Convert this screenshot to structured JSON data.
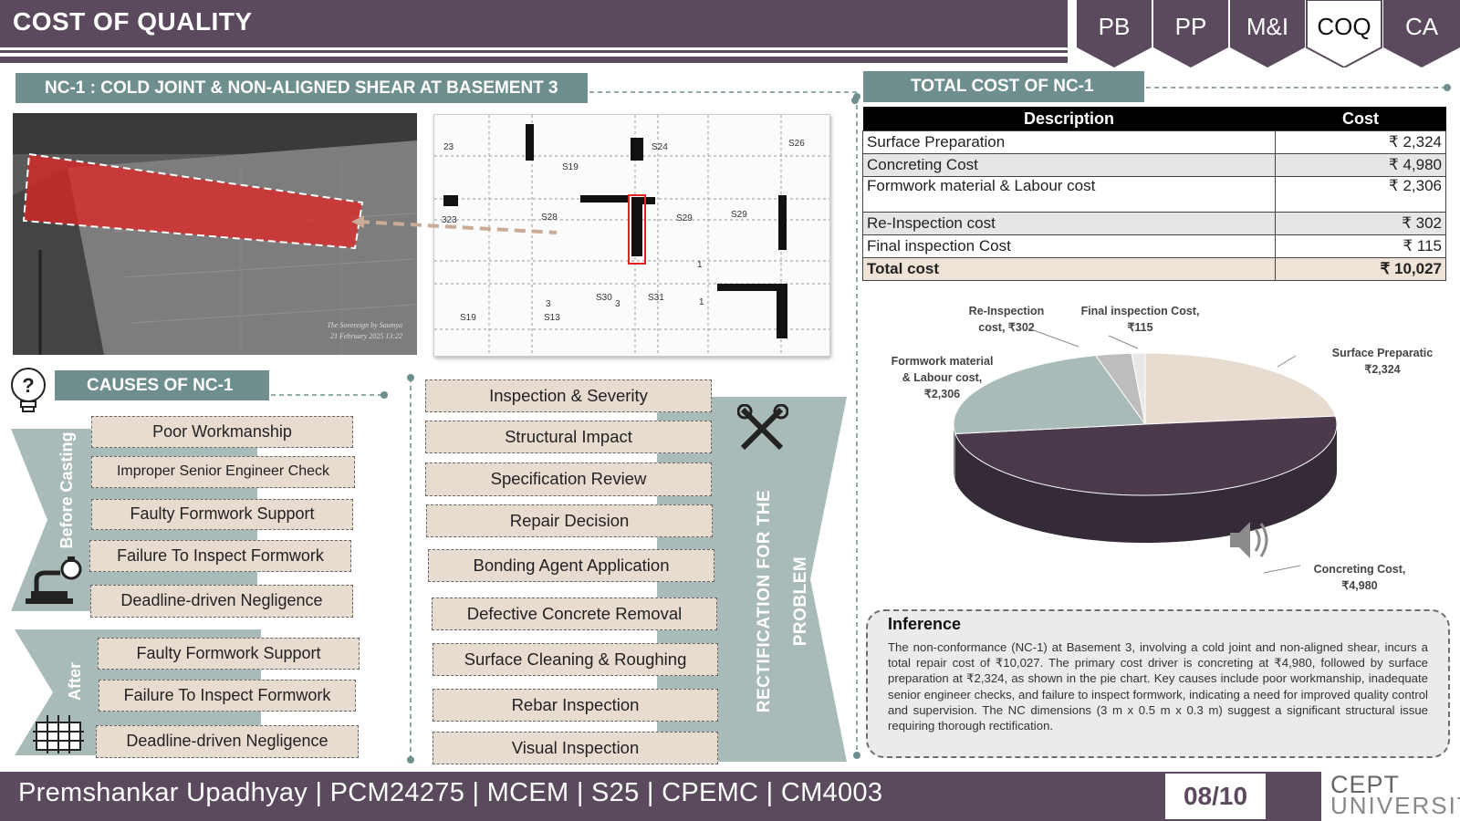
{
  "header": {
    "title": "COST OF QUALITY"
  },
  "nav": {
    "tabs": [
      "PB",
      "PP",
      "M&I",
      "COQ",
      "CA"
    ],
    "active": "COQ"
  },
  "nc": {
    "banner": "NC-1 : COLD JOINT & NON-ALIGNED SHEAR AT BASEMENT 3",
    "photo_caption_1": "The Sovereign by Saumya",
    "photo_caption_2": "21 February 2025 13:22",
    "drawing_labels": [
      "23",
      "S24",
      "S26",
      "S19",
      "S28",
      "S29",
      "S29",
      "323",
      "S30",
      "S31",
      "S13",
      "S19",
      "3",
      "3",
      "1",
      "1"
    ]
  },
  "cost": {
    "banner": "TOTAL COST OF NC-1",
    "headers": [
      "Description",
      "Cost"
    ],
    "rows": [
      {
        "description": "Surface Preparation",
        "cost": "₹ 2,324"
      },
      {
        "description": "Concreting Cost",
        "cost": "₹ 4,980"
      },
      {
        "description": "Formwork material & Labour cost",
        "cost": "₹ 2,306"
      },
      {
        "description": "Re-Inspection cost",
        "cost": "₹ 302"
      },
      {
        "description": "Final inspection Cost",
        "cost": "₹ 115"
      }
    ],
    "total": {
      "description": "Total cost",
      "cost": "₹ 10,027"
    }
  },
  "chart_data": {
    "type": "pie",
    "title": "",
    "slices": [
      {
        "label": "Surface Preparatic ₹2,324",
        "value": 2324,
        "color": "#e7dccf"
      },
      {
        "label": "Concreting Cost, ₹4,980",
        "value": 4980,
        "color": "#4a3a4c"
      },
      {
        "label": "Formwork material & Labour cost, ₹2,306",
        "value": 2306,
        "color": "#a9bbb8"
      },
      {
        "label": "Re-Inspection cost, ₹302",
        "value": 302,
        "color": "#bdbdbd"
      },
      {
        "label": "Final inspection Cost, ₹115",
        "value": 115,
        "color": "#e8e8e8"
      }
    ],
    "display_labels": {
      "surface_1": "Surface Preparatic",
      "surface_2": "₹2,324",
      "concreting_1": "Concreting Cost,",
      "concreting_2": "₹4,980",
      "formwork_1": "Formwork material",
      "formwork_2": "& Labour cost,",
      "formwork_3": "₹2,306",
      "reinspection_1": "Re-Inspection",
      "reinspection_2": "cost, ₹302",
      "final_1": "Final inspection Cost,",
      "final_2": "₹115"
    }
  },
  "inference": {
    "title": "Inference",
    "text": "The non-conformance (NC-1) at Basement 3, involving a cold joint and non-aligned shear, incurs a total repair cost of ₹10,027. The primary cost driver is concreting at ₹4,980, followed by surface preparation at ₹2,324, as shown in the pie chart. Key causes include poor workmanship, inadequate senior engineer checks, and failure to inspect formwork, indicating a need for improved quality control and supervision. The NC dimensions (3 m x 0.5 m x 0.3 m) suggest a significant structural issue requiring thorough rectification."
  },
  "causes": {
    "banner": "CAUSES OF NC-1",
    "before_label": "Before Casting",
    "after_label": "After",
    "before": [
      "Poor Workmanship",
      "Improper Senior Engineer Check",
      "Faulty Formwork Support",
      "Failure To Inspect Formwork",
      "Deadline-driven Negligence"
    ],
    "after": [
      "Faulty Formwork Support",
      "Failure To Inspect Formwork",
      "Deadline-driven Negligence"
    ]
  },
  "rectification": {
    "label": "RECTIFICATION FOR THE PROBLEM",
    "steps": [
      "Inspection & Severity",
      "Structural Impact",
      "Specification Review",
      "Repair Decision",
      "Bonding Agent Application",
      "Defective Concrete Removal",
      "Surface Cleaning & Roughing",
      "Rebar Inspection",
      "Visual  Inspection"
    ]
  },
  "footer": {
    "text": "Premshankar Upadhyay | PCM24275 | MCEM | S25 | CPEMC | CM4003",
    "page": "08/10",
    "logo_line1": "CEPT",
    "logo_line2": "UNIVERSITY"
  },
  "colors": {
    "primary": "#5b4a5d",
    "teal": "#6f8f8e",
    "beige": "#e8dbd0",
    "red_overlay": "#e02424"
  }
}
